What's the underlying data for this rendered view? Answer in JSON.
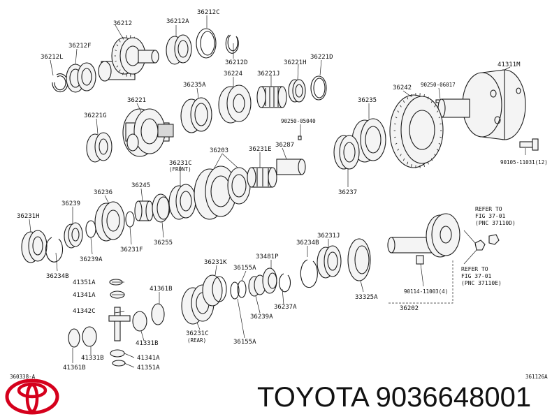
{
  "brand": {
    "heading": "TOYOTA 9036648001",
    "logo_icon": "toyota-emblem-icon",
    "logo_color": "#d5001c"
  },
  "diagram": {
    "ref_left": "360338-A",
    "ref_right": "361126A",
    "labels": {
      "p36212": "36212",
      "p36212A": "36212A",
      "p36212C": "36212C",
      "p36212F": "36212F",
      "p36212L": "36212L",
      "p36212D": "36212D",
      "p36221H": "36221H",
      "p36221D": "36221D",
      "p36221J": "36221J",
      "p36224": "36224",
      "p36235A": "36235A",
      "p36221": "36221",
      "p36221G": "36221G",
      "p41311M": "41311M",
      "p36242": "36242",
      "p90250_06017": "90250-06017",
      "p36235": "36235",
      "p90250_05040": "90250-05040",
      "p36287": "36287",
      "p36231E": "36231E",
      "p36203": "36203",
      "p36231C_top": "36231C",
      "front": "(FRONT)",
      "p90105": "90105-11031(12)",
      "p36237_right": "36237",
      "p36236": "36236",
      "p36245": "36245",
      "p36239": "36239",
      "p36231H": "36231H",
      "p36239A_left": "36239A",
      "p36231F": "36231F",
      "p36255": "36255",
      "p36234B_left": "36234B",
      "p36231J": "36231J",
      "p36234B_right": "36234B",
      "p33481P": "33481P",
      "p36231K": "36231K",
      "p36155A_top": "36155A",
      "p41351A_top": "41351A",
      "p41341A_top": "41341A",
      "p41342C": "41342C",
      "p41361B_top": "41361B",
      "p36239A_mid": "36239A",
      "p36237A": "36237A",
      "p36155A_bot": "36155A",
      "p33325A": "33325A",
      "p90114": "90114-11003(4)",
      "p36202": "36202",
      "p36231C_bot": "36231C",
      "rear": "(REAR)",
      "p41331B_mid": "41331B",
      "p41331B_bot": "41331B",
      "p41341A_bot": "41341A",
      "p41361B_bot": "41361B",
      "p41351A_bot": "41351A"
    },
    "refer_upper": [
      "REFER TO",
      "FIG 37-01",
      "(PNC 37110D)"
    ],
    "refer_lower": [
      "REFER TO",
      "FIG 37-01",
      "(PNC 37110E)"
    ]
  }
}
